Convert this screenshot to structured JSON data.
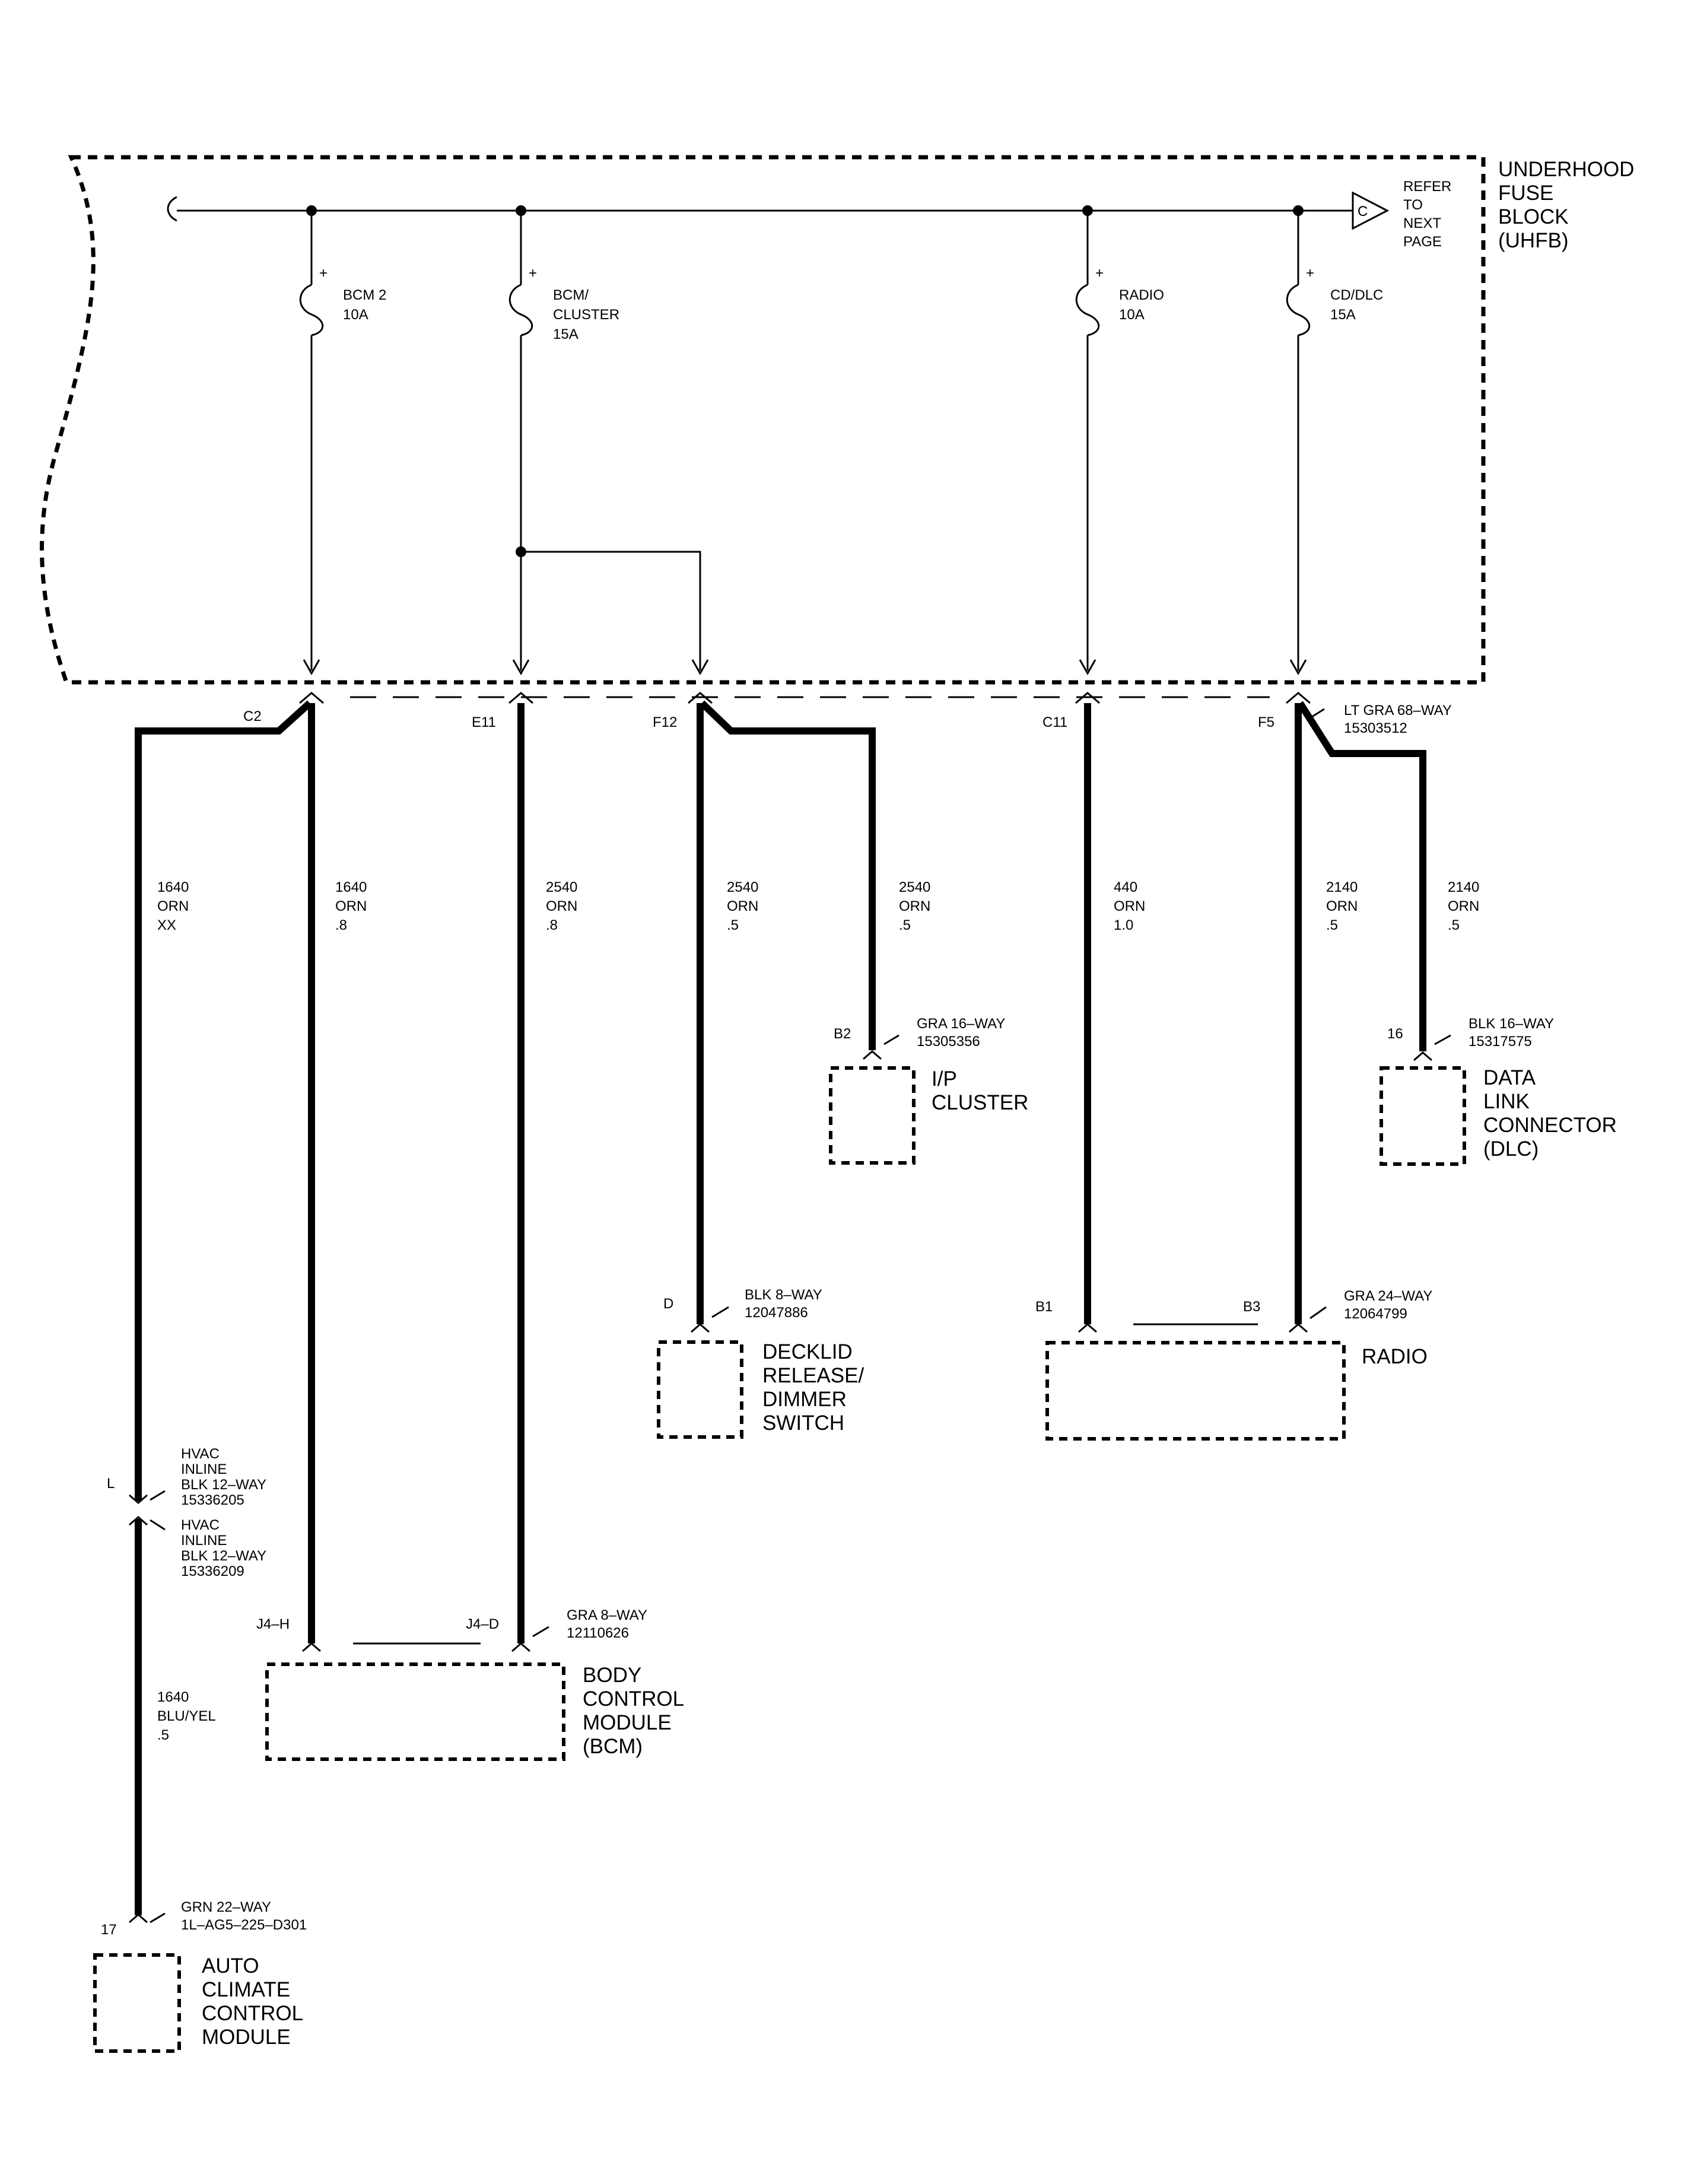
{
  "fuse_block": {
    "title_lines": [
      "UNDERHOOD",
      "FUSE",
      "BLOCK",
      "(UHFB)"
    ],
    "refer_lines": [
      "REFER",
      "TO",
      "NEXT",
      "PAGE"
    ],
    "refer_marker": "C"
  },
  "fuses": [
    {
      "lines": [
        "BCM 2",
        "10A"
      ],
      "plus": "+"
    },
    {
      "lines": [
        "BCM/",
        "CLUSTER",
        "15A"
      ],
      "plus": "+"
    },
    {
      "lines": [
        "RADIO",
        "10A"
      ],
      "plus": "+"
    },
    {
      "lines": [
        "CD/DLC",
        "15A"
      ],
      "plus": "+"
    }
  ],
  "uhfb_connector": {
    "pins": [
      "C2",
      "E11",
      "F12",
      "C11",
      "F5"
    ],
    "info_lines": [
      "LT GRA 68–WAY",
      "15303512"
    ]
  },
  "wires": [
    {
      "lines": [
        "1640",
        "ORN",
        "XX"
      ]
    },
    {
      "lines": [
        "1640",
        "ORN",
        ".8"
      ]
    },
    {
      "lines": [
        "2540",
        "ORN",
        ".8"
      ]
    },
    {
      "lines": [
        "2540",
        "ORN",
        ".5"
      ]
    },
    {
      "lines": [
        "2540",
        "ORN",
        ".5"
      ]
    },
    {
      "lines": [
        "440",
        "ORN",
        "1.0"
      ]
    },
    {
      "lines": [
        "2140",
        "ORN",
        ".5"
      ]
    },
    {
      "lines": [
        "2140",
        "ORN",
        ".5"
      ]
    },
    {
      "lines": [
        "1640",
        "BLU/YEL",
        ".5"
      ]
    }
  ],
  "components": {
    "ip_cluster": {
      "pin": "B2",
      "connector_lines": [
        "GRA 16–WAY",
        "15305356"
      ],
      "name_lines": [
        "I/P",
        "CLUSTER"
      ]
    },
    "dlc": {
      "pin": "16",
      "connector_lines": [
        "BLK 16–WAY",
        "15317575"
      ],
      "name_lines": [
        "DATA",
        "LINK",
        "CONNECTOR",
        "(DLC)"
      ]
    },
    "decklid": {
      "pin": "D",
      "connector_lines": [
        "BLK 8–WAY",
        "12047886"
      ],
      "name_lines": [
        "DECKLID",
        "RELEASE/",
        "DIMMER",
        "SWITCH"
      ]
    },
    "radio": {
      "pins": [
        "B1",
        "B3"
      ],
      "connector_lines": [
        "GRA 24–WAY",
        "12064799"
      ],
      "name_lines": [
        "RADIO"
      ]
    },
    "hvac_inline": {
      "pin": "L",
      "upper_lines": [
        "HVAC",
        "INLINE",
        "BLK 12–WAY",
        "15336205"
      ],
      "lower_lines": [
        "HVAC",
        "INLINE",
        "BLK 12–WAY",
        "15336209"
      ]
    },
    "bcm": {
      "pins": [
        "J4–H",
        "J4–D"
      ],
      "connector_lines": [
        "GRA 8–WAY",
        "12110626"
      ],
      "name_lines": [
        "BODY",
        "CONTROL",
        "MODULE",
        "(BCM)"
      ]
    },
    "accm": {
      "pin": "17",
      "connector_lines": [
        "GRN 22–WAY",
        "1L–AG5–225–D301"
      ],
      "name_lines": [
        "AUTO",
        "CLIMATE",
        "CONTROL",
        "MODULE"
      ]
    }
  }
}
